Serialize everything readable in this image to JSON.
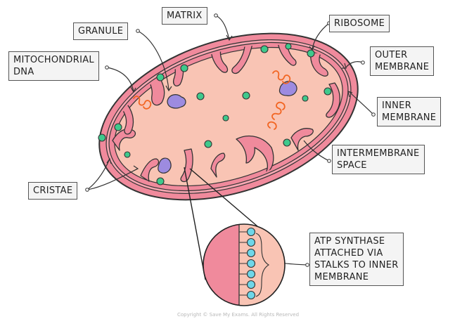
{
  "labels": {
    "matrix": "MATRIX",
    "granule": "GRANULE",
    "ribosome": "RIBOSOME",
    "mito_dna": [
      "MITOCHONDRIAL",
      "DNA"
    ],
    "outer_membrane": [
      "OUTER",
      "MEMBRANE"
    ],
    "inner_membrane": [
      "INNER",
      "MEMBRANE"
    ],
    "intermembrane_space": [
      "INTERMEMBRANE",
      "SPACE"
    ],
    "cristae": "CRISTAE",
    "atp_synthase": [
      "ATP SYNTHASE",
      "ATTACHED VIA",
      "STALKS TO INNER",
      "MEMBRANE"
    ]
  },
  "copyright": "Copyright © Save My Exams. All Rights Reserved",
  "colors": {
    "outer_membrane": "#f08a9c",
    "matrix": "#f9c4b4",
    "ribosome": "#3fc98c",
    "granule": "#9d8be0",
    "dna": "#f26522",
    "atp_head": "#6fd6e8",
    "label_fill": "#f4f4f4"
  }
}
